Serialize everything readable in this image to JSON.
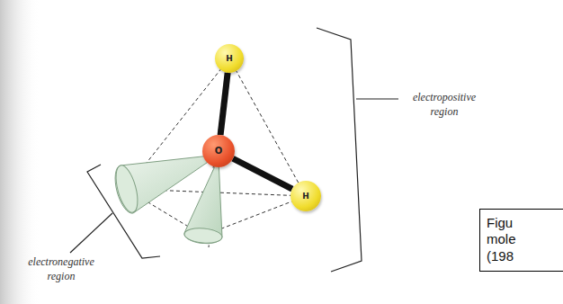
{
  "diagram": {
    "caption": "Figu mole (198",
    "nodes": [
      {
        "text": [
          "H"
        ]
      },
      {
        "text": [
          "O"
        ]
      },
      {
        "text": [
          "H"
        ]
      }
    ],
    "edges": [
      {
        "from": 1,
        "to": 0,
        "arrow": "none"
      },
      {
        "from": 1,
        "to": 2,
        "arrow": "none"
      }
    ],
    "labels": [
      "electropositive region",
      "electronegative region"
    ]
  }
}
